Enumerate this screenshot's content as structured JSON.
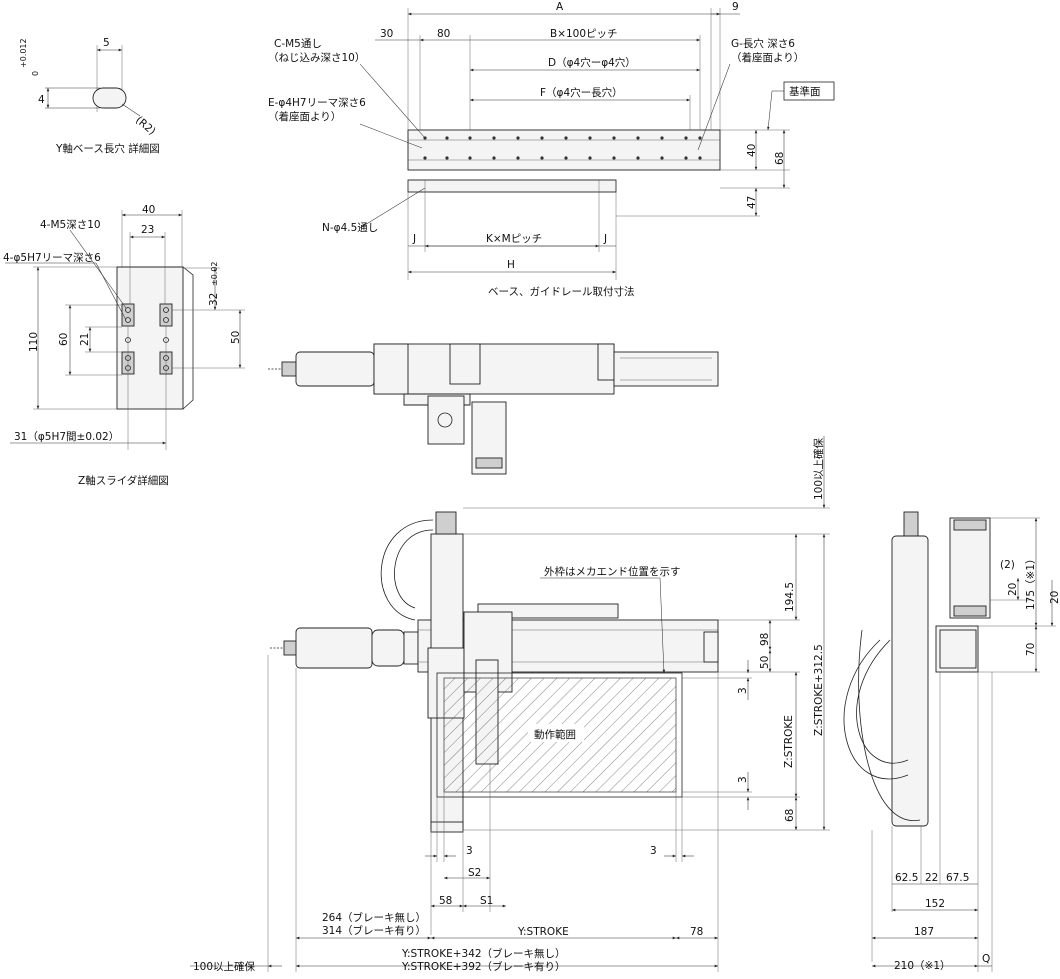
{
  "views": {
    "y_slot": {
      "caption": "Y軸ベース長穴 詳細図",
      "dim_width": "5",
      "dim_height": "4",
      "tol_upper": "+0.012",
      "tol_lower": "0",
      "radius": "(R2)"
    },
    "z_slider": {
      "caption": "Z軸スライダ詳細図",
      "labels": {
        "m5": "4-M5深さ10",
        "pin": "4-φ5H7リーマ深さ6"
      },
      "dims": {
        "w40": "40",
        "w23": "23",
        "h110": "110",
        "h60": "60",
        "h21": "21",
        "h50": "50",
        "h32": "32",
        "h32_tol": "±0.02",
        "bottom": "31（φ5H7間±0.02）"
      }
    },
    "base": {
      "caption": "ベース、ガイドレール取付寸法",
      "labels": {
        "c_m5": "C-M5通し",
        "c_m5_sub": "（ねじ込み深さ10）",
        "e_pin": "E-φ4H7リーマ深さ6",
        "e_pin_sub": "（着座面より）",
        "g_slot": "G-長穴 深さ6",
        "g_slot_sub": "（着座面より）",
        "n_hole": "N-φ4.5通し",
        "ref_face": "基準面"
      },
      "dims": {
        "A": "A",
        "nine": "9",
        "thirty": "30",
        "eighty": "80",
        "B": "B×100ピッチ",
        "D": "D（φ4穴ーφ4穴）",
        "F": "F（φ4穴ー長穴）",
        "d40": "40",
        "d68": "68",
        "d47": "47",
        "J_left": "J",
        "J_right": "J",
        "KM": "K×Mピッチ",
        "H": "H"
      }
    },
    "front": {
      "labels": {
        "outer_frame": "外枠はメカエンド位置を示す",
        "range": "動作範囲",
        "clearance_top": "100以上確保",
        "clearance_left": "100以上確保",
        "z_stroke": "Z:STROKE",
        "z_total": "Z:STROKE+312.5",
        "y_stroke": "Y:STROKE",
        "brake_none_short": "264（ブレーキ無し）",
        "brake_with_short": "314（ブレーキ有り）",
        "total_none": "Y:STROKE+342（ブレーキ無し）",
        "total_with": "Y:STROKE+392（ブレーキ有り）"
      },
      "dims": {
        "d194_5": "194.5",
        "d98": "98",
        "d50": "50",
        "d3_top": "3",
        "d3_bottom": "3",
        "d68": "68",
        "d3_left": "3",
        "d3_right": "3",
        "S2": "S2",
        "S1": "S1",
        "d58": "58",
        "d78": "78"
      }
    },
    "side": {
      "dims": {
        "d175": "175（※1）",
        "d2": "(2)",
        "d20": "20",
        "d20b": "20",
        "d70": "70",
        "d62_5": "62.5",
        "d22": "22",
        "d67_5": "67.5",
        "d152": "152",
        "d187": "187",
        "d210": "210（※1）",
        "Q": "Q"
      }
    }
  }
}
